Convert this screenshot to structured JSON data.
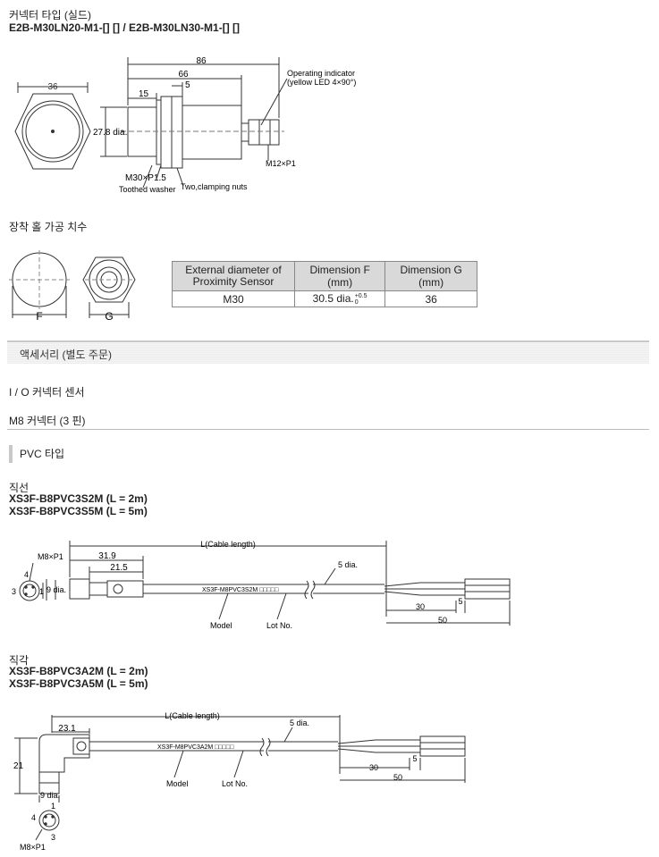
{
  "header": {
    "title_ko": "커넥터 타입 (실드)",
    "models": "E2B-M30LN20-M1-[] [] / E2B-M30LN30-M1-[] []"
  },
  "sensor_drawing": {
    "dim_86": "86",
    "dim_66": "66",
    "dim_5": "5",
    "dim_15": "15",
    "dim_36": "36",
    "dim_dia": "27.8 dia.",
    "label_indicator_1": "Operating indicator",
    "label_indicator_2": "(yellow LED 4×90°)",
    "label_m12": "M12×P1",
    "label_m30": "M30×P1.5",
    "label_washer": "Toothed washer",
    "label_nuts": "Two,clamping nuts"
  },
  "mounting": {
    "title": "장착 홀 가공 치수",
    "label_f": "F",
    "label_g": "G",
    "table": {
      "headers": [
        "External diameter of Proximity Sensor",
        "Dimension F (mm)",
        "Dimension G (mm)"
      ],
      "row": {
        "diameter": "M30",
        "f_value": "30.5 dia.",
        "f_tol_upper": "+0.5",
        "f_tol_lower": "0",
        "g_value": "36"
      }
    }
  },
  "accessories": {
    "bar_title": "액세서리 (별도 주문)",
    "io_title": "I / O 커넥터 센서",
    "m8_title": "M8 커넥터 (3 핀)",
    "pvc_title": "PVC 타입"
  },
  "straight": {
    "title": "직선",
    "model_1": "XS3F-B8PVC3S2M (L = 2m)",
    "model_2": "XS3F-B8PVC3S5M (L = 5m)",
    "label_m8": "M8×P1",
    "pin_4": "4",
    "pin_3": "3",
    "pin_1": "1",
    "label_9dia": "9 dia.",
    "dim_319": "31.9",
    "dim_215": "21.5",
    "label_cable": "L(Cable length)",
    "label_5dia": "5 dia.",
    "print_text": "XS3F-M8PVC3S2M  □□□□□",
    "label_model": "Model",
    "label_lot": "Lot No.",
    "dim_30": "30",
    "dim_5": "5",
    "dim_50": "50"
  },
  "right_angle": {
    "title": "직각",
    "model_1": "XS3F-B8PVC3A2M (L = 2m)",
    "model_2": "XS3F-B8PVC3A5M (L = 5m)",
    "dim_231": "23.1",
    "label_cable": "L(Cable length)",
    "label_5dia": "5 dia.",
    "dim_21": "21",
    "print_text": "XS3F-M8PVC3A2M  □□□□□",
    "label_model": "Model",
    "label_lot": "Lot No.",
    "label_9dia": "9 dia.",
    "dim_30": "30",
    "dim_5": "5",
    "dim_50": "50",
    "pin_1": "1",
    "pin_4": "4",
    "pin_3": "3",
    "label_m8": "M8×P1"
  }
}
